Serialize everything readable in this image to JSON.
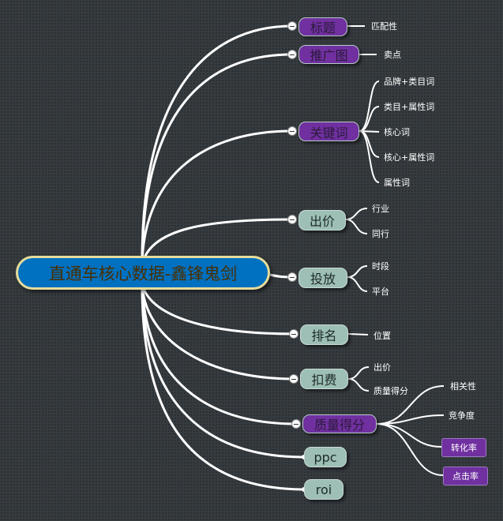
{
  "root": "直通车核心数据-鑫锋鬼剑",
  "branches": {
    "title": {
      "label": "标题",
      "children": [
        "匹配性"
      ]
    },
    "promo_image": {
      "label": "推广图",
      "children": [
        "卖点"
      ]
    },
    "keywords": {
      "label": "关键词",
      "children": [
        "品牌+类目词",
        "类目+属性词",
        "核心词",
        "核心+属性词",
        "属性词"
      ]
    },
    "bid": {
      "label": "出价",
      "children": [
        "行业",
        "同行"
      ]
    },
    "placement": {
      "label": "投放",
      "children": [
        "时段",
        "平台"
      ]
    },
    "ranking": {
      "label": "排名",
      "children": [
        "位置"
      ]
    },
    "deduction": {
      "label": "扣费",
      "children": [
        "出价",
        "质量得分"
      ]
    },
    "quality_score": {
      "label": "质量得分",
      "children": [
        "相关性",
        "竞争度",
        "转化率",
        "点击率"
      ]
    },
    "ppc": {
      "label": "ppc"
    },
    "roi": {
      "label": "roi"
    }
  },
  "colors": {
    "purple": "#7030a0",
    "green": "#9dbfb5",
    "root": "#0070c0",
    "background": "#363b3f"
  }
}
